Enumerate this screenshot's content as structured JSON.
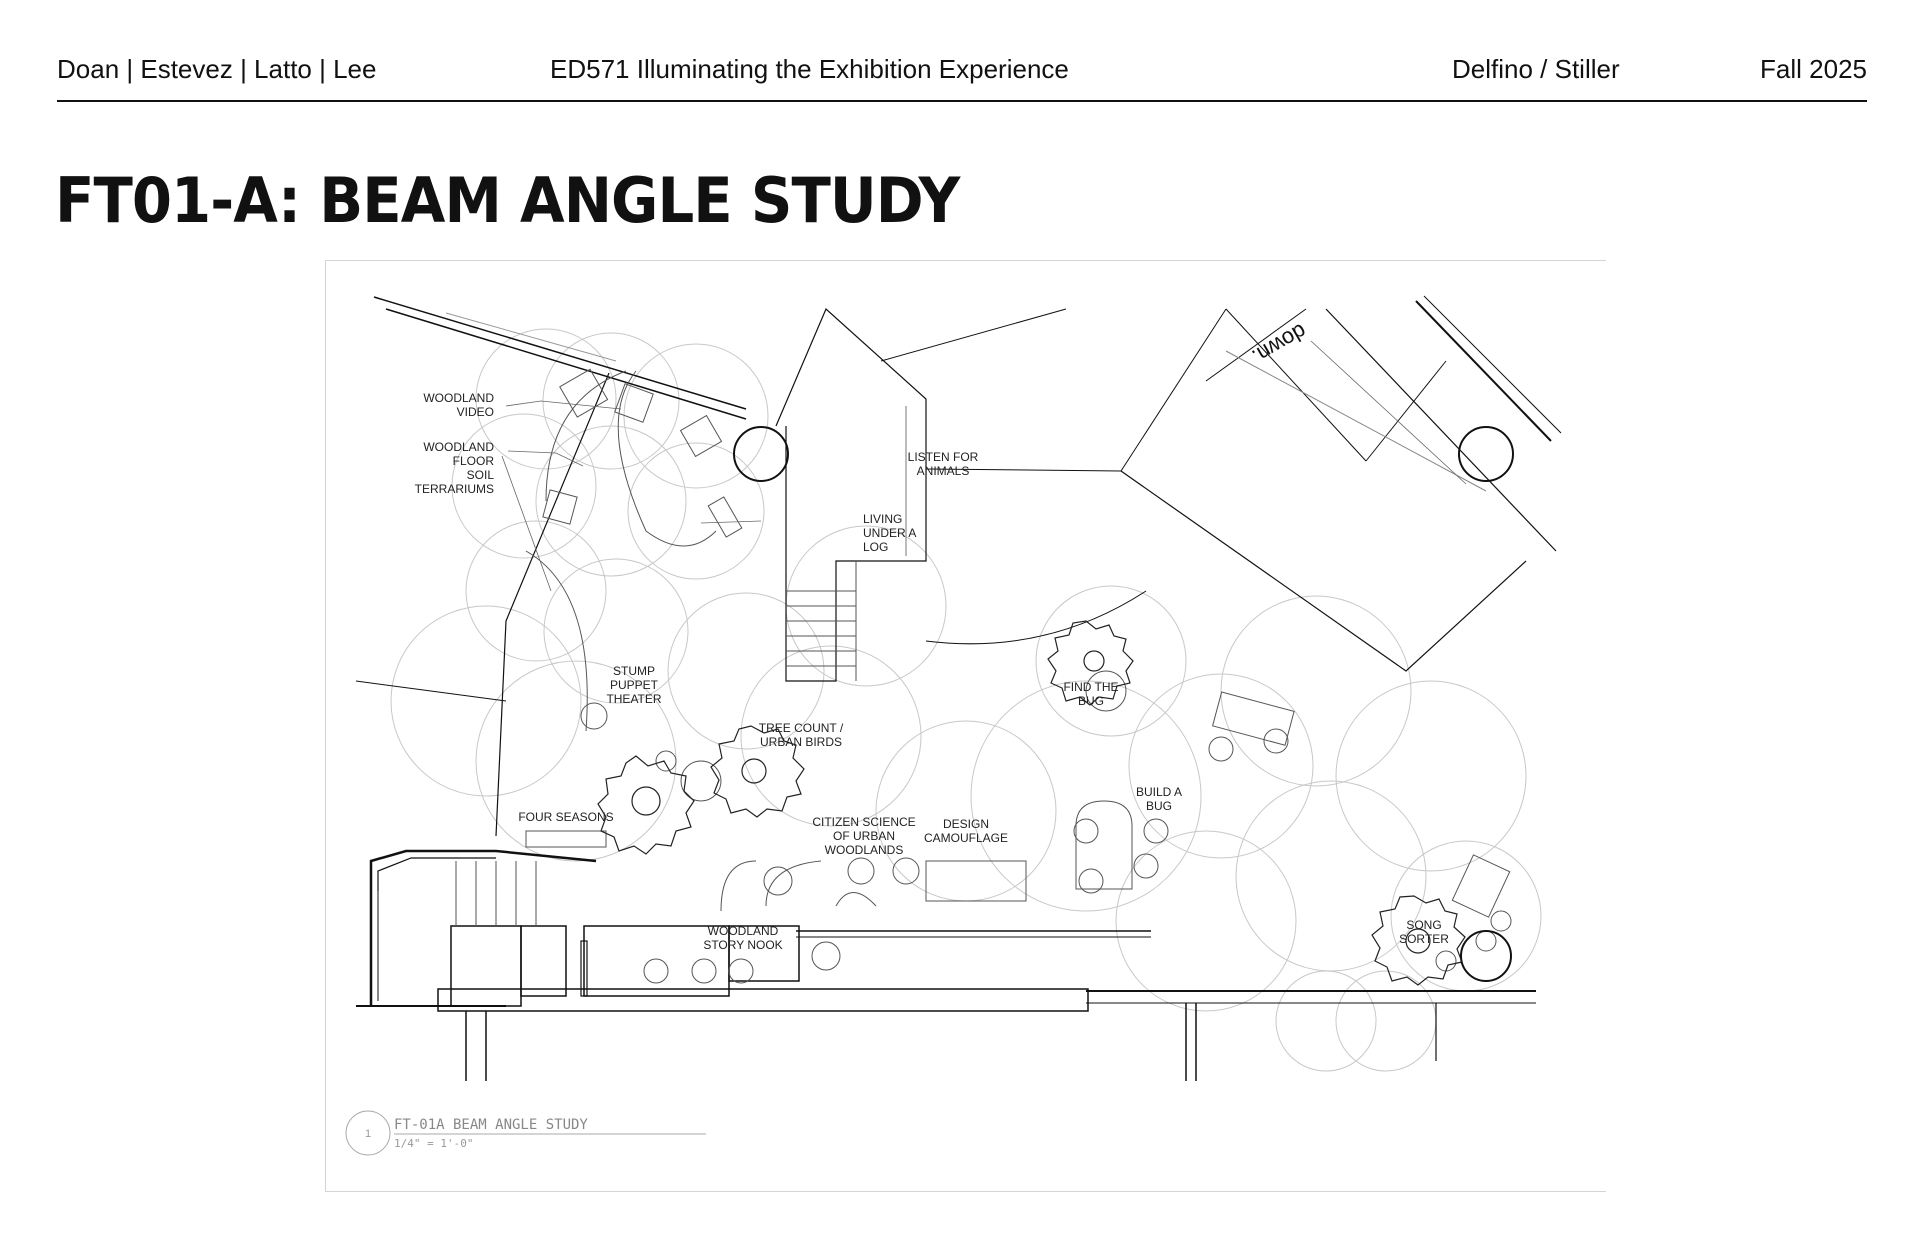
{
  "header": {
    "authors": "Doan | Estevez | Latto | Lee",
    "course": "ED571 Illuminating the Exhibition Experience",
    "instructors": "Delfino / Stiller",
    "term": "Fall 2025"
  },
  "page_title": "FT01-A: BEAM ANGLE STUDY",
  "plan": {
    "labels": {
      "woodland_video": [
        "WOODLAND",
        "VIDEO"
      ],
      "woodland_floor": [
        "WOODLAND",
        "FLOOR",
        "SOIL",
        "TERRARIUMS"
      ],
      "listen_for_animals": [
        "LISTEN FOR",
        "ANIMALS"
      ],
      "living_under_log": [
        "LIVING",
        "UNDER A",
        "LOG"
      ],
      "stump_puppet_theater": [
        "STUMP",
        "PUPPET",
        "THEATER"
      ],
      "tree_count": [
        "TREE COUNT /",
        "URBAN BIRDS"
      ],
      "find_the_bug": [
        "FIND THE",
        "BUG"
      ],
      "four_seasons": [
        "FOUR SEASONS"
      ],
      "citizen_science": [
        "CITIZEN SCIENCE",
        "OF URBAN",
        "WOODLANDS"
      ],
      "design_camouflage": [
        "DESIGN",
        "CAMOUFLAGE"
      ],
      "build_a_bug": [
        "BUILD A",
        "BUG"
      ],
      "woodland_story_nook": [
        "WOODLAND",
        "STORY NOOK"
      ],
      "song_sorter": [
        "SONG",
        "SORTER"
      ],
      "down_arrow": "down."
    },
    "title_block": {
      "number": "1",
      "title": "FT-01A BEAM ANGLE STUDY",
      "scale": "1/4\" = 1'-0\""
    }
  }
}
